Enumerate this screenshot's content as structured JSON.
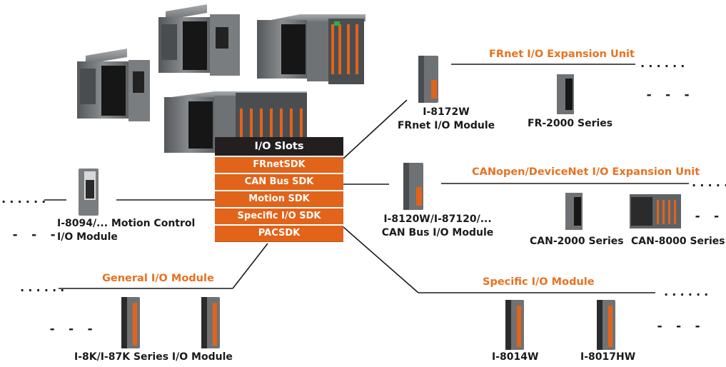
{
  "io_slots": {
    "header": "I/O Slots",
    "sdks": [
      "FRnetSDK",
      "CAN Bus SDK",
      "Motion SDK",
      "Specific I/O SDK",
      "PACSDK"
    ]
  },
  "frnet": {
    "module_name": "I-8172W",
    "module_desc": "FRnet I/O Module",
    "unit_title": "FRnet I/O Expansion Unit",
    "series": "FR-2000 Series"
  },
  "can": {
    "module_name": "I-8120W/I-87120/...",
    "module_desc": "CAN Bus I/O Module",
    "unit_title": "CANopen/DeviceNet I/O Expansion Unit",
    "series_a": "CAN-2000 Series",
    "series_b": "CAN-8000 Series"
  },
  "motion": {
    "module_name": "I-8094/... Motion Control",
    "module_desc": "I/O Module"
  },
  "general": {
    "title": "General I/O Module",
    "series": "I-8K/I-87K Series I/O Module"
  },
  "specific": {
    "title": "Specific I/O Module",
    "model_a": "I-8014W",
    "model_b": "I-8017HW"
  },
  "more": {
    "dotted": "......",
    "dashed": "- - -"
  },
  "colors": {
    "accent_orange": "#e2631a",
    "title_orange": "#e8711f",
    "header_black": "#231f20",
    "device_gray": "#6f7275",
    "line": "#1a1a1a"
  }
}
